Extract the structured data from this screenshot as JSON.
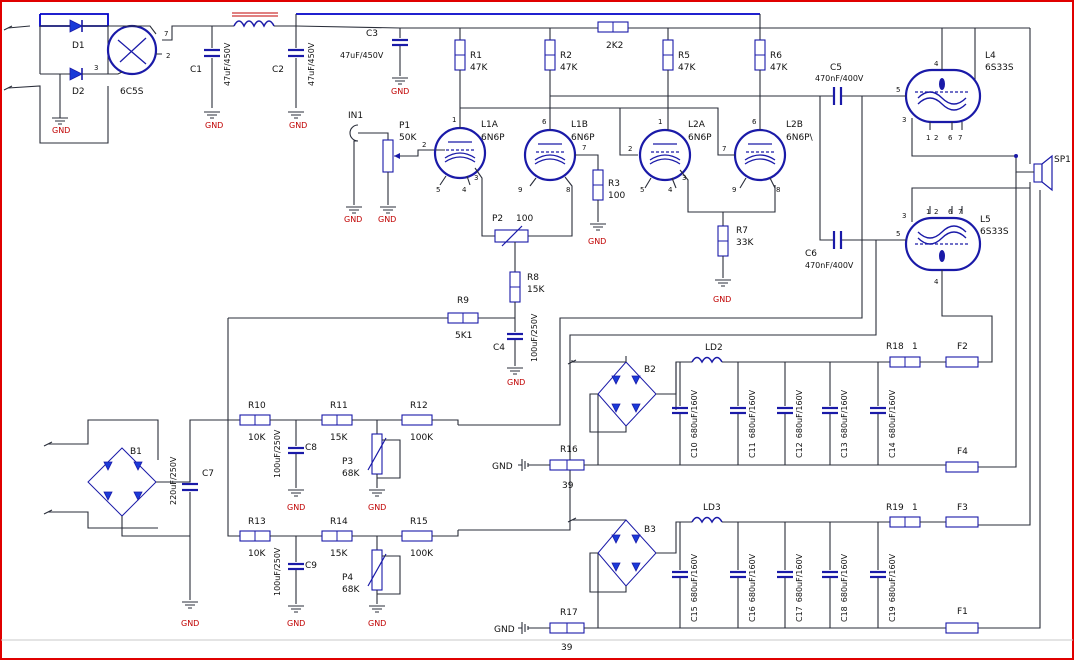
{
  "colors": {
    "wire": "#2a2e3a",
    "component": "#1a1aa8",
    "gnd_label": "#c00000",
    "border": "#e00000",
    "highlight_wire": "#0000c8"
  },
  "gnd_label": "GND",
  "rectifier": {
    "d1": "D1",
    "d2": "D2",
    "tube": "6C5S",
    "pin7": "7",
    "pin2": "2",
    "pin3": "3"
  },
  "caps": {
    "c1": {
      "ref": "C1",
      "val": "47uF/450V"
    },
    "c2": {
      "ref": "C2",
      "val": "47uF/450V"
    },
    "c3": {
      "ref": "C3",
      "val": "47uF/450V"
    },
    "c4": {
      "ref": "C4",
      "val": "100uF/250V"
    },
    "c5": {
      "ref": "C5",
      "val": "470nF/400V"
    },
    "c6": {
      "ref": "C6",
      "val": "470nF/400V"
    },
    "c7": {
      "ref": "C7",
      "val": "220uF/250V"
    },
    "c8": {
      "ref": "C8",
      "val": "100uF/250V"
    },
    "c9": {
      "ref": "C9",
      "val": "100uF/250V"
    },
    "bank1": [
      {
        "ref": "C10",
        "val": "680uF/160V"
      },
      {
        "ref": "C11",
        "val": "680uF/160V"
      },
      {
        "ref": "C12",
        "val": "680uF/160V"
      },
      {
        "ref": "C13",
        "val": "680uF/160V"
      },
      {
        "ref": "C14",
        "val": "680uF/160V"
      }
    ],
    "bank2": [
      {
        "ref": "C15",
        "val": "680uF/160V"
      },
      {
        "ref": "C16",
        "val": "680uF/160V"
      },
      {
        "ref": "C17",
        "val": "680uF/160V"
      },
      {
        "ref": "C18",
        "val": "680uF/160V"
      },
      {
        "ref": "C19",
        "val": "680uF/160V"
      }
    ]
  },
  "resistors": {
    "r1": {
      "ref": "R1",
      "val": "47K"
    },
    "r2": {
      "ref": "R2",
      "val": "47K"
    },
    "r5": {
      "ref": "R5",
      "val": "47K"
    },
    "r6": {
      "ref": "R6",
      "val": "47K"
    },
    "r2k2": {
      "val": "2K2"
    },
    "r3": {
      "ref": "R3",
      "val": "100"
    },
    "r7": {
      "ref": "R7",
      "val": "33K"
    },
    "r8": {
      "ref": "R8",
      "val": "15K"
    },
    "r9": {
      "ref": "R9",
      "val": "5K1"
    },
    "r10": {
      "ref": "R10",
      "val": "10K"
    },
    "r11": {
      "ref": "R11",
      "val": "15K"
    },
    "r12": {
      "ref": "R12",
      "val": "100K"
    },
    "r13": {
      "ref": "R13",
      "val": "10K"
    },
    "r14": {
      "ref": "R14",
      "val": "15K"
    },
    "r15": {
      "ref": "R15",
      "val": "100K"
    },
    "r16": {
      "ref": "R16",
      "val": "39"
    },
    "r17": {
      "ref": "R17",
      "val": "39"
    },
    "r18": {
      "ref": "R18",
      "val": "1"
    },
    "r19": {
      "ref": "R19",
      "val": "1"
    }
  },
  "pots": {
    "p1": {
      "ref": "P1",
      "val": "50K"
    },
    "p2": {
      "ref": "P2",
      "val": "100"
    },
    "p3": {
      "ref": "P3",
      "val": "68K"
    },
    "p4": {
      "ref": "P4",
      "val": "68K"
    }
  },
  "input": {
    "ref": "IN1"
  },
  "tubes": {
    "l1a": {
      "ref": "L1A",
      "type": "6N6P",
      "pins": [
        "1",
        "2",
        "5",
        "4",
        "3"
      ]
    },
    "l1b": {
      "ref": "L1B",
      "type": "6N6P",
      "pins": [
        "6",
        "7",
        "9",
        "8"
      ]
    },
    "l2a": {
      "ref": "L2A",
      "type": "6N6P",
      "pins": [
        "1",
        "2",
        "5",
        "4",
        "3"
      ]
    },
    "l2b": {
      "ref": "L2B",
      "type": "6N6P\\",
      "pins": [
        "6",
        "7",
        "9",
        "8"
      ]
    },
    "l4": {
      "ref": "L4",
      "type": "6S33S",
      "pins": [
        "5",
        "3",
        "1",
        "2",
        "6",
        "7"
      ]
    },
    "l5": {
      "ref": "L5",
      "type": "6S33S",
      "pins": [
        "5",
        "3",
        "1",
        "2",
        "6",
        "7",
        "4"
      ]
    },
    "l4_pin4": "4"
  },
  "bridges": {
    "b1": "B1",
    "b2": "B2",
    "b3": "B3"
  },
  "inductors": {
    "ld2": "LD2",
    "ld3": "LD3"
  },
  "fuses": {
    "f1": "F1",
    "f2": "F2",
    "f3": "F3",
    "f4": "F4"
  },
  "speaker": {
    "ref": "SP1"
  },
  "gnd_r16": "GND",
  "gnd_r17": "GND"
}
